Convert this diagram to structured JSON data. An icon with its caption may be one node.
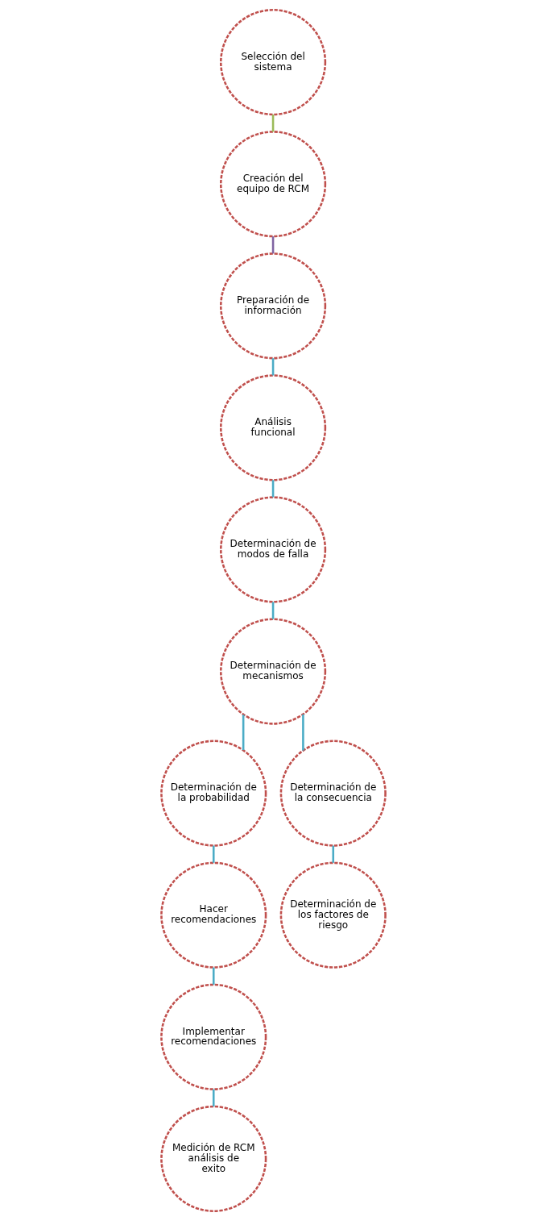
{
  "diagram": {
    "nodes": [
      {
        "text": [
          "Selección del sistema"
        ]
      },
      {
        "text": [
          "Creación del equipo de RCM"
        ]
      },
      {
        "text": [
          "Preparación de información"
        ]
      },
      {
        "text": [
          "Análisis funcional"
        ]
      },
      {
        "text": [
          "Determinación de modos de falla"
        ]
      },
      {
        "text": [
          "Determinación de mecanismos"
        ]
      },
      {
        "text": [
          "Determinación de la probabilidad"
        ]
      },
      {
        "text": [
          "Determinación de la consecuencia"
        ]
      },
      {
        "text": [
          "Hacer recomendaciones"
        ]
      },
      {
        "text": [
          "Determinación de los factores de riesgo"
        ]
      },
      {
        "text": [
          "Implementar recomendaciones"
        ]
      },
      {
        "text": [
          "Medición de RCM análisis de exito"
        ]
      }
    ],
    "edges": [
      {
        "from": 0,
        "to": 1,
        "arrow": "none",
        "color": "#9bbb59"
      },
      {
        "from": 1,
        "to": 2,
        "arrow": "none",
        "color": "#8064a2"
      },
      {
        "from": 2,
        "to": 3,
        "arrow": "none"
      },
      {
        "from": 3,
        "to": 4,
        "arrow": "none"
      },
      {
        "from": 4,
        "to": 5,
        "arrow": "none"
      },
      {
        "from": 5,
        "to": 6,
        "arrow": "none"
      },
      {
        "from": 5,
        "to": 7,
        "arrow": "none"
      },
      {
        "from": 6,
        "to": 8,
        "arrow": "none"
      },
      {
        "from": 7,
        "to": 9,
        "arrow": "none"
      },
      {
        "from": 8,
        "to": 10,
        "arrow": "none"
      },
      {
        "from": 10,
        "to": 11,
        "arrow": "none"
      }
    ]
  }
}
